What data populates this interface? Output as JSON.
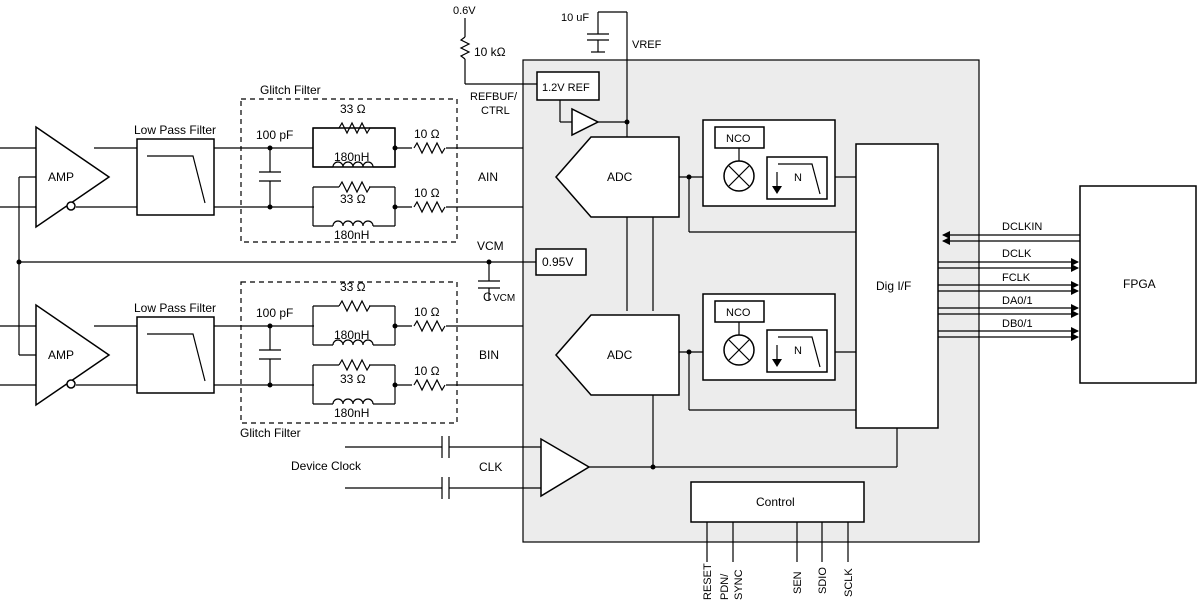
{
  "labels": {
    "amp": "AMP",
    "low_pass_filter": "Low Pass Filter",
    "glitch_filter": "Glitch Filter",
    "res_33": "33 Ω",
    "res_10": "10 Ω",
    "ind_180": "180nH",
    "cap_100p": "100 pF",
    "ain": "AIN",
    "bin": "BIN",
    "vcm": "VCM",
    "cvcm_main": "C",
    "cvcm_sub": "VCM",
    "v095": "0.95V",
    "v06": "0.6V",
    "r10k": "10 kΩ",
    "c10u": "10 uF",
    "vref": "VREF",
    "ref12": "1.2V REF",
    "refbuf": "REFBUF/",
    "ctrl": "CTRL",
    "adc": "ADC",
    "nco": "NCO",
    "decim": "N",
    "digif": "Dig I/F",
    "fpga": "FPGA",
    "device_clock": "Device Clock",
    "clk": "CLK",
    "control": "Control",
    "pins": [
      "RESET",
      "PDN/",
      "SYNC",
      "SEN",
      "SDIO",
      "SCLK"
    ],
    "buses": [
      "DCLKIN",
      "DCLK",
      "FCLK",
      "DA0/1",
      "DB0/1"
    ]
  }
}
